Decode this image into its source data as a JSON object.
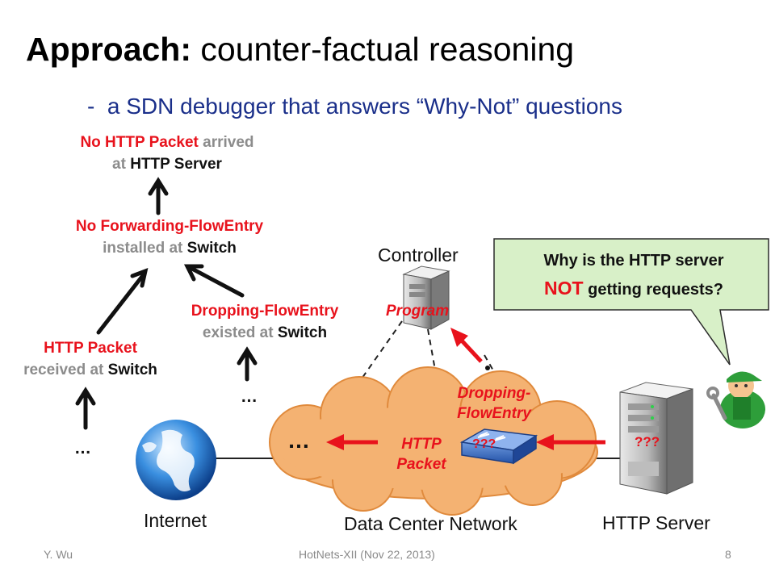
{
  "slide": {
    "title_bold": "Approach:",
    "title_rest": " counter-factual reasoning",
    "subtitle_dash": "-",
    "subtitle_text": "a SDN debugger that answers “Why-Not” questions"
  },
  "tree": {
    "top": {
      "part1": "No HTTP Packet",
      "part2": " arrived",
      "part3": "at ",
      "part4": "HTTP Server"
    },
    "mid": {
      "part1": "No Forwarding-FlowEntry",
      "part2": "installed at ",
      "part3": "Switch"
    },
    "left": {
      "part1": "HTTP Packet",
      "part2": "received at ",
      "part3": "Switch"
    },
    "right": {
      "part1": "Dropping-FlowEntry",
      "part2": "existed at ",
      "part3": "Switch"
    },
    "ellipsis_left": "…",
    "ellipsis_right": "…"
  },
  "network": {
    "controller": "Controller",
    "program": "Program",
    "dropping": "Dropping-",
    "flowentry": "FlowEntry",
    "http_line1": "HTTP",
    "http_line2": "Packet",
    "switch_label": "???",
    "server_label": "???",
    "cloud_dots": "…",
    "internet": "Internet",
    "dcn": "Data Center Network",
    "http_server": "HTTP Server"
  },
  "bubble": {
    "line1": "Why is the HTTP server",
    "not_word": "NOT",
    "line2_rest": " getting requests?"
  },
  "footer": {
    "author": "Y. Wu",
    "venue": "HotNets-XII (Nov 22, 2013)",
    "page": "8"
  },
  "colors": {
    "accent_red": "#e8121c",
    "subtitle_blue": "#1a2f8a",
    "cloud_orange": "#f4b272",
    "bubble_green": "#d8f0c8"
  }
}
